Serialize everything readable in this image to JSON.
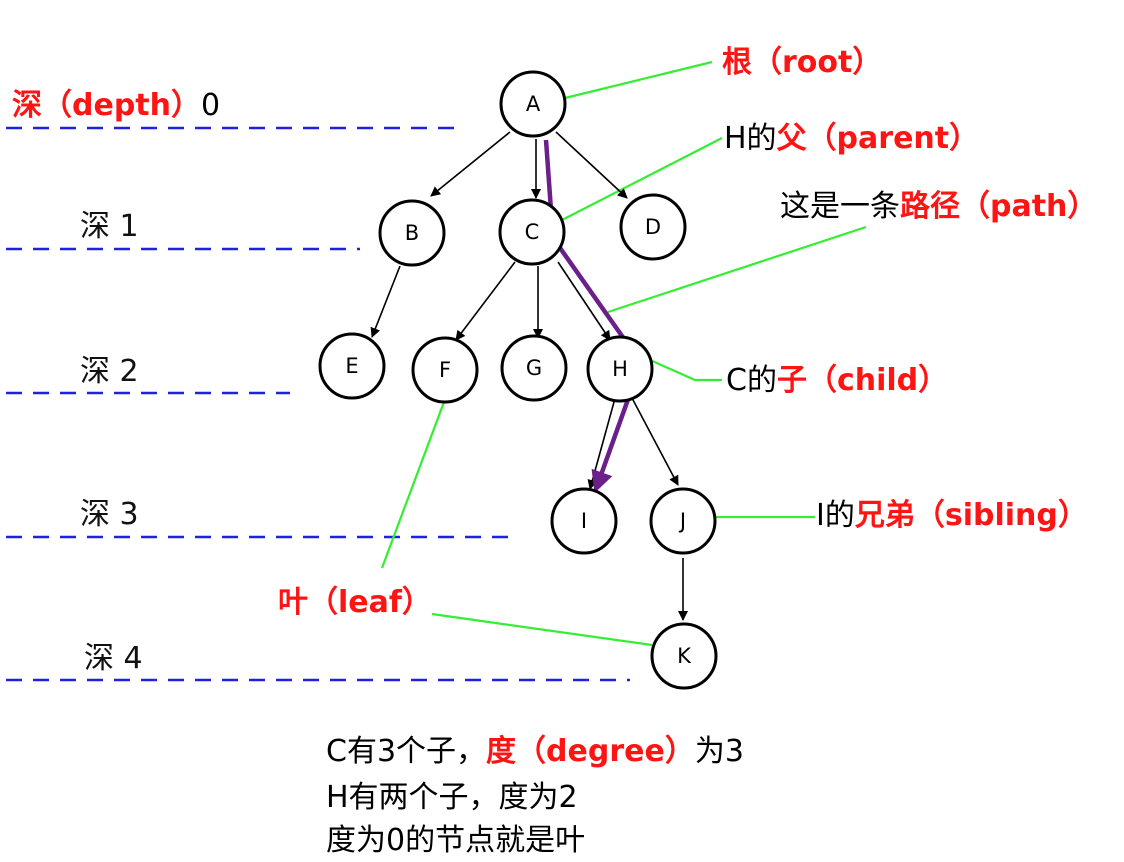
{
  "depth_labels": {
    "d0_red": "深（depth）",
    "d0_num": "0",
    "d1": "深 1",
    "d2": "深 2",
    "d3": "深 3",
    "d4": "深 4"
  },
  "nodes": [
    "A",
    "B",
    "C",
    "D",
    "E",
    "F",
    "G",
    "H",
    "I",
    "J",
    "K"
  ],
  "annotations": {
    "root": "根（root）",
    "parent_prefix": "H的",
    "parent_red": "父（parent）",
    "path_prefix": "这是一条",
    "path_red": "路径（path）",
    "child_prefix": "C的",
    "child_red": "子（child）",
    "sibling_prefix": "I的",
    "sibling_red": "兄弟（sibling）",
    "leaf": "叶（leaf）"
  },
  "notes": {
    "line1_prefix": "C有3个子，",
    "line1_red": "度（degree）",
    "line1_suffix": "为3",
    "line2": "H有两个子，度为2",
    "line3": "度为0的节点就是叶"
  },
  "colors": {
    "depth_line": "#2020e0",
    "leader_line": "#33ee33",
    "path": "#6b1f8a",
    "highlight_text": "#ff1414"
  }
}
